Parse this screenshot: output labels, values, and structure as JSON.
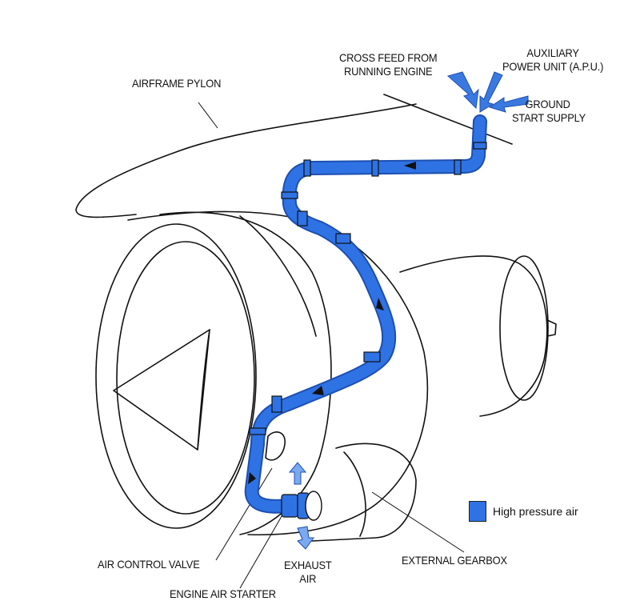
{
  "labels": {
    "airframe_pylon": "AIRFRAME PYLON",
    "cross_feed": [
      "CROSS FEED FROM",
      "RUNNING ENGINE"
    ],
    "apu": [
      "AUXILIARY",
      "POWER UNIT (A.P.U.)"
    ],
    "ground_start": [
      "GROUND",
      "START SUPPLY"
    ],
    "air_control_valve": "AIR CONTROL VALVE",
    "engine_air_starter": "ENGINE AIR STARTER",
    "exhaust_air": [
      "EXHAUST",
      "AIR"
    ],
    "external_gearbox": "EXTERNAL GEARBOX"
  },
  "legend": {
    "label": "High pressure air",
    "color": "#2f72e4"
  },
  "colors": {
    "pipe": "#2f72e4",
    "pipe_dark": "#1d4fb0",
    "outline": "#111111"
  }
}
